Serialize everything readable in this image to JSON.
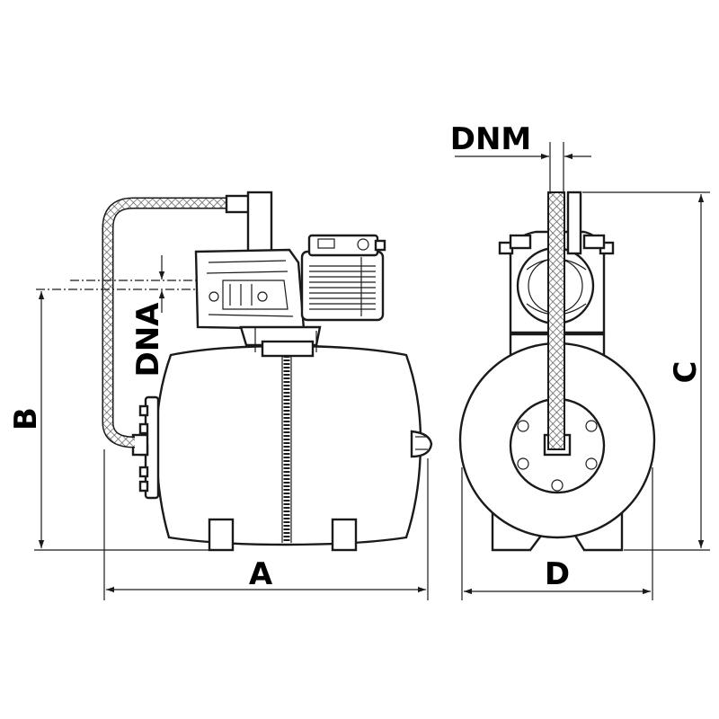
{
  "dimensions": {
    "a_label": "A",
    "b_label": "B",
    "c_label": "C",
    "d_label": "D",
    "dna_label": "DNA",
    "dnm_label": "DNM"
  }
}
